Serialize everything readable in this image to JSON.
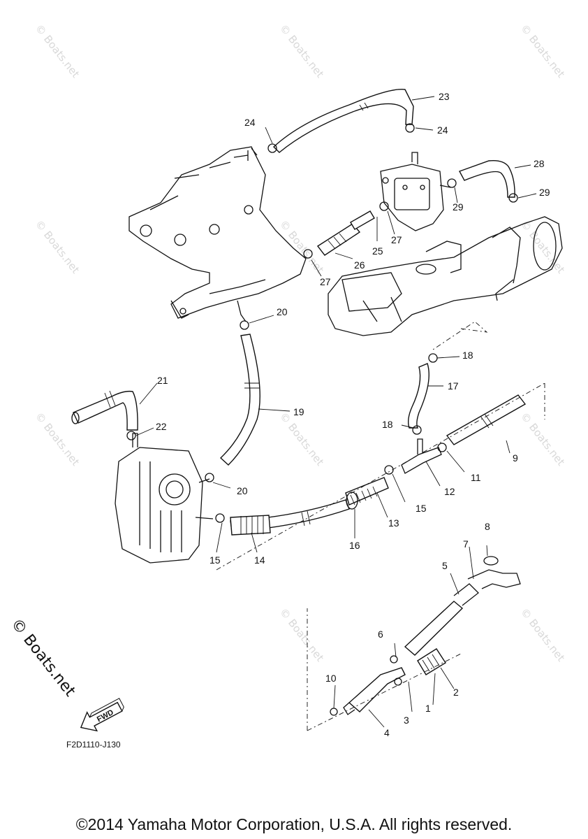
{
  "watermark": "© Boats.net",
  "callouts": {
    "n1": "1",
    "n2": "2",
    "n3": "3",
    "n4": "4",
    "n5": "5",
    "n6": "6",
    "n7": "7",
    "n8": "8",
    "n9": "9",
    "n10": "10",
    "n11": "11",
    "n12": "12",
    "n13": "13",
    "n14": "14",
    "n15": "15",
    "n16": "16",
    "n17": "17",
    "n18": "18",
    "n19": "19",
    "n20": "20",
    "n21": "21",
    "n22": "22",
    "n23": "23",
    "n24": "24",
    "n25": "25",
    "n26": "26",
    "n27": "27",
    "n28": "28",
    "n29": "29"
  },
  "fwd_label": "FWD",
  "diagram_code": "F2D1110-J130",
  "copyright": "©2014 Yamaha Motor Corporation, U.S.A. All rights reserved."
}
